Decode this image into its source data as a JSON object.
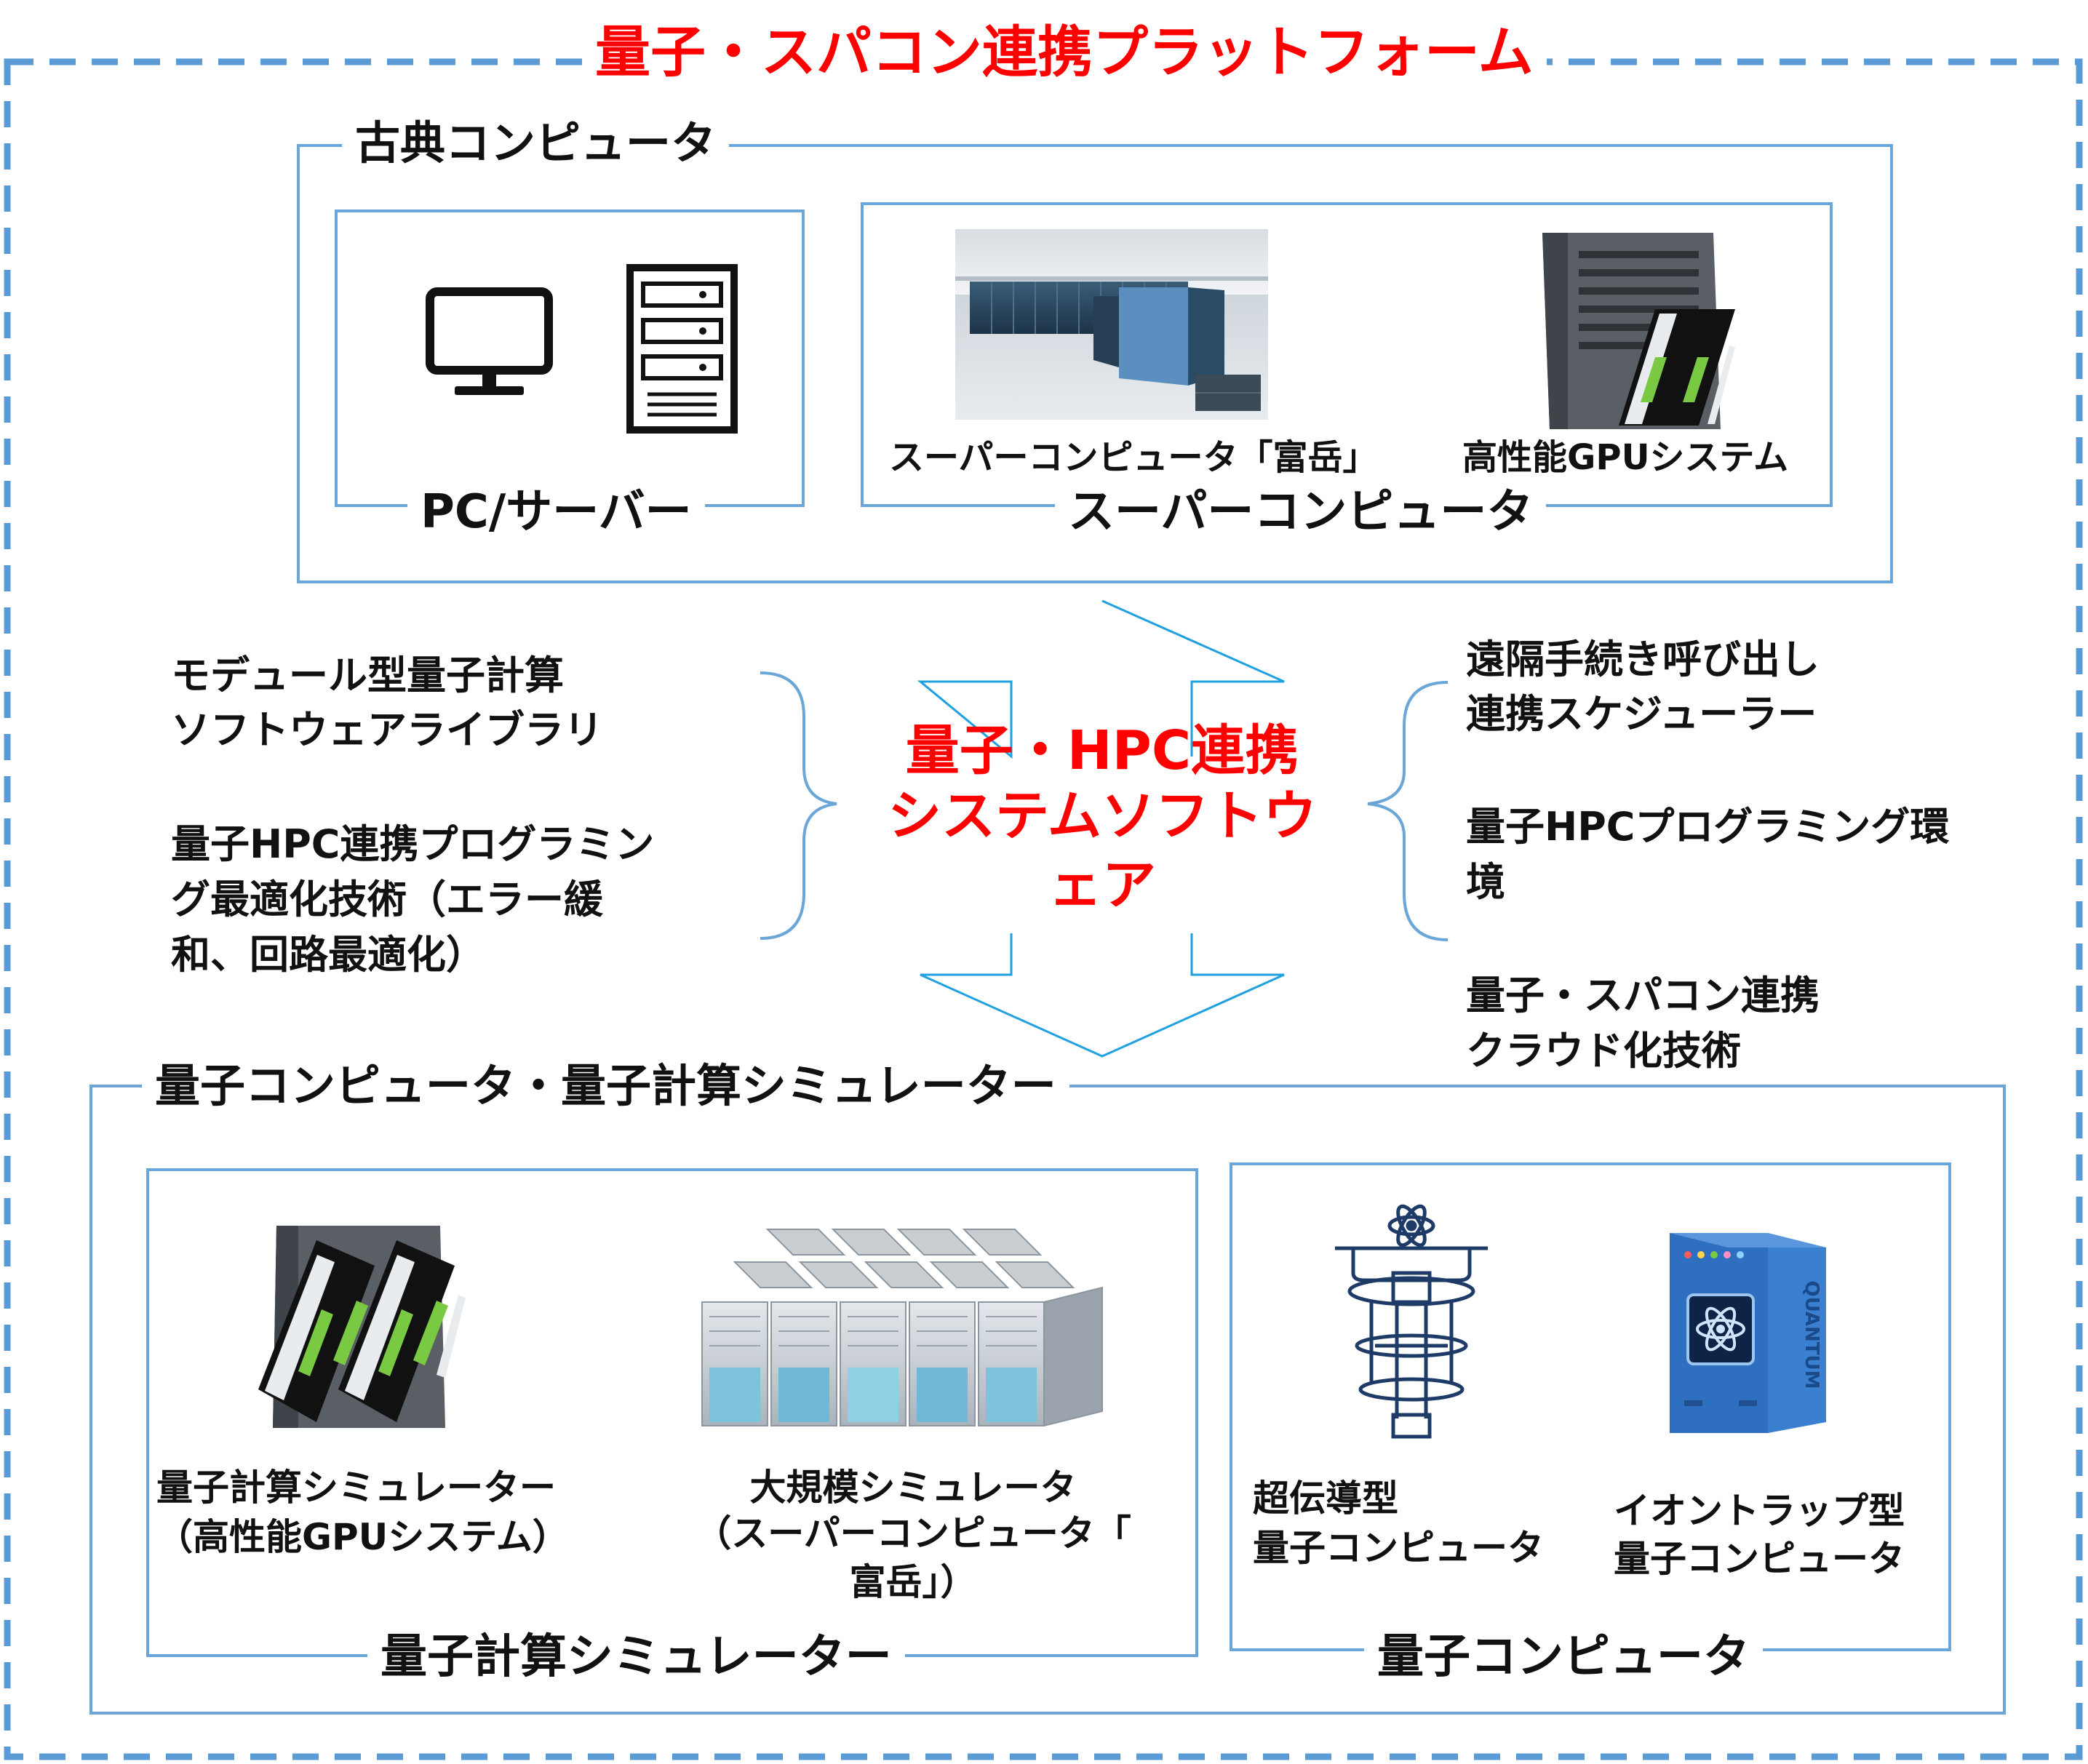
{
  "title": "量子・スパコン連携プラットフォーム",
  "classical": {
    "title": "古典コンピュータ",
    "pc_server": {
      "label": "PC/サーバー"
    },
    "supercomputer": {
      "label": "スーパーコンピュータ",
      "fugaku_caption": "スーパーコンピュータ「富岳」",
      "gpu_caption": "高性能GPUシステム"
    }
  },
  "center": {
    "line1": "量子・HPC連携",
    "line2": "システムソフトウ",
    "line3": "ェア"
  },
  "left_items": [
    {
      "line1": "モデュール型量子計算",
      "line2": "ソフトウェアライブラリ"
    },
    {
      "line1": "量子HPC連携プログラミン",
      "line2": "グ最適化技術（エラー緩",
      "line3": "和、回路最適化）"
    }
  ],
  "right_items": [
    {
      "line1": "遠隔手続き呼び出し",
      "line2": "連携スケジューラー"
    },
    {
      "line1": "量子HPCプログラミング環",
      "line2": "境"
    },
    {
      "line1": "量子・スパコン連携",
      "line2": "クラウド化技術"
    }
  ],
  "quantum": {
    "title": "量子コンピュータ・量子計算シミュレーター",
    "simulators": {
      "label": "量子計算シミュレーター",
      "gpu_caption_1": "量子計算シミュレーター",
      "gpu_caption_2": "（高性能GPUシステム）",
      "large_caption_1": "大規模シミュレータ",
      "large_caption_2": "（スーパーコンピュータ「",
      "large_caption_3": "富岳」）"
    },
    "computers": {
      "label": "量子コンピュータ",
      "sc_caption_1": "超伝導型",
      "sc_caption_2": "量子コンピュータ",
      "ion_caption_1": "イオントラップ型",
      "ion_caption_2": "量子コンピュータ",
      "quantum_badge": "QUANTUM"
    }
  },
  "colors": {
    "frame": "#5b9bd5",
    "title_red": "#ff0000",
    "arrow": "#1fa0e0",
    "panel": "#6aa6d8"
  }
}
